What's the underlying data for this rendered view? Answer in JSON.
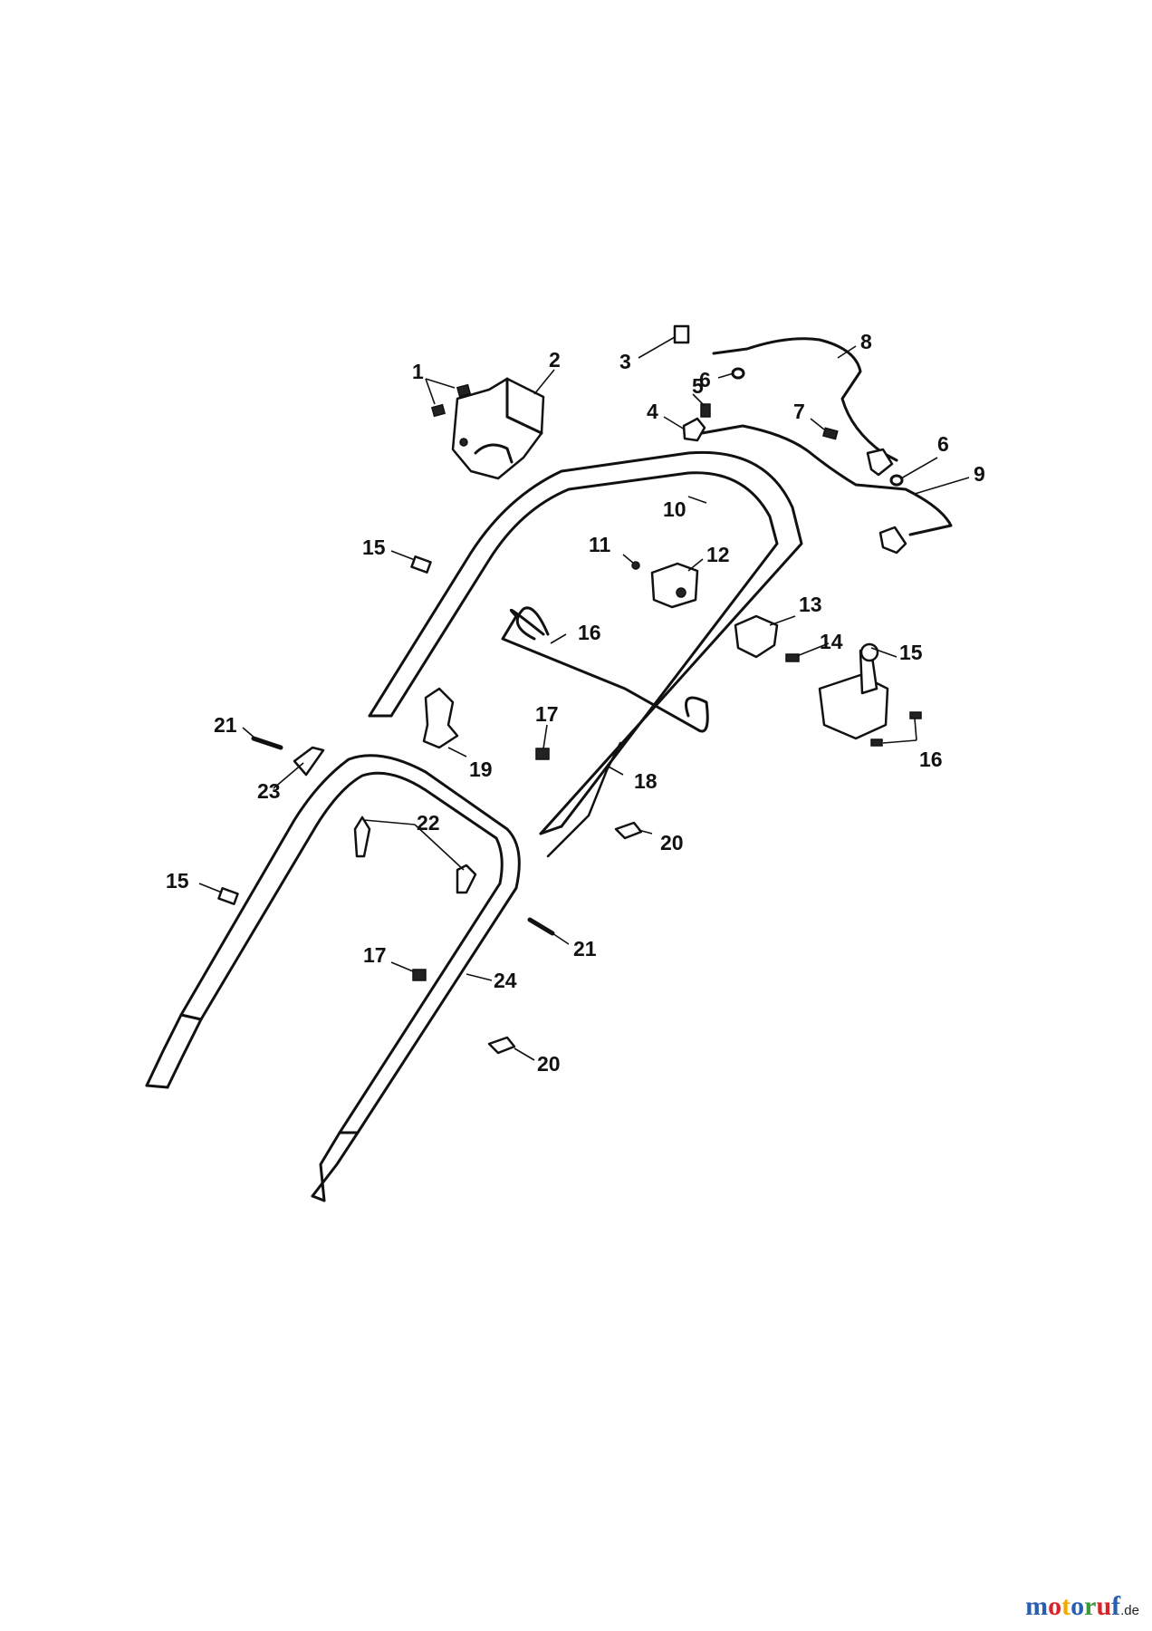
{
  "callouts": {
    "c1": "1",
    "c2": "2",
    "c3": "3",
    "c4": "4",
    "c5": "5",
    "c6a": "6",
    "c6b": "6",
    "c7": "7",
    "c8": "8",
    "c9": "9",
    "c10": "10",
    "c11": "11",
    "c12": "12",
    "c13": "13",
    "c14": "14",
    "c15a": "15",
    "c15b": "15",
    "c15c": "15",
    "c16a": "16",
    "c16b": "16",
    "c17a": "17",
    "c17b": "17",
    "c18": "18",
    "c19": "19",
    "c20a": "20",
    "c20b": "20",
    "c21a": "21",
    "c21b": "21",
    "c22": "22",
    "c23": "23",
    "c24": "24"
  },
  "watermark": {
    "letters": [
      "m",
      "o",
      "t",
      "o",
      "r",
      "u",
      "f"
    ],
    "colors": [
      "#2a5fb0",
      "#d8232a",
      "#f2a900",
      "#2a5fb0",
      "#3a9a3a",
      "#d8232a",
      "#2a5fb0"
    ],
    "tld": ".de"
  }
}
